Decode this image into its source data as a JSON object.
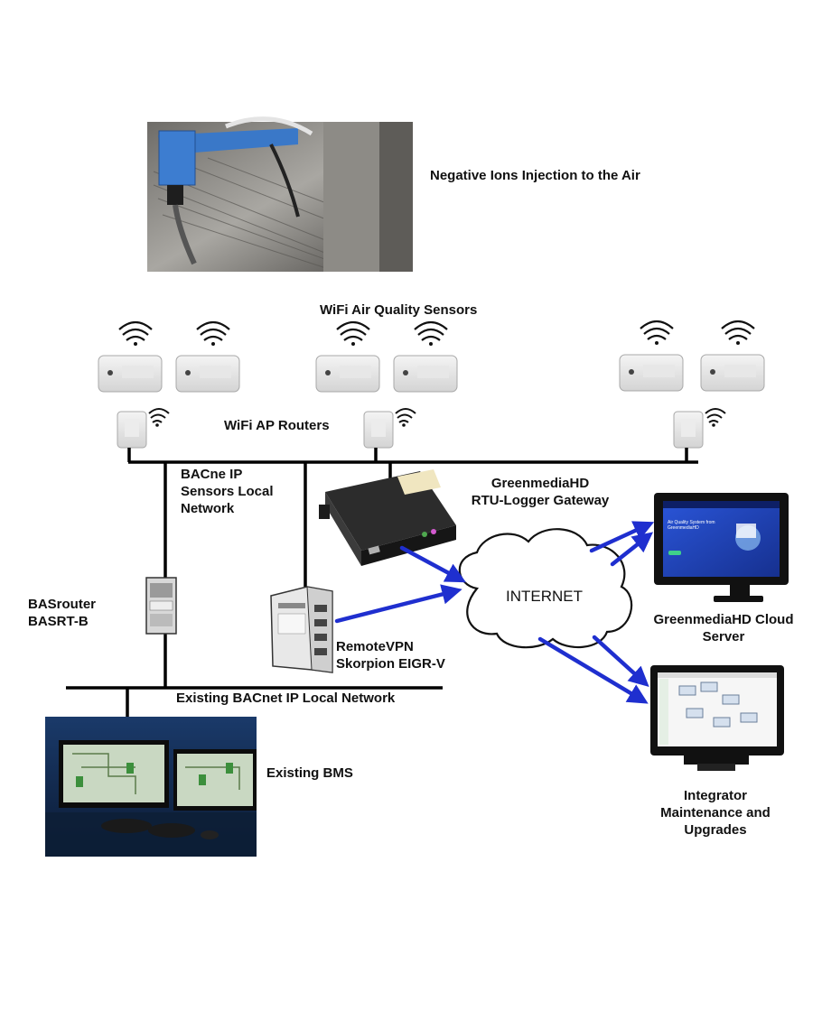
{
  "labels": {
    "ions": "Negative Ions Injection to the Air",
    "sensors": "WiFi Air Quality Sensors",
    "routers": "WiFi AP Routers",
    "bacnet_local_1": "BACne IP",
    "bacnet_local_2": "Sensors Local",
    "bacnet_local_3": "Network",
    "gateway_1": "GreenmediaHD",
    "gateway_2": "RTU-Logger Gateway",
    "basrouter_1": "BASrouter",
    "basrouter_2": "BASRT-B",
    "internet": "INTERNET",
    "cloud_1": "GreenmediaHD Cloud",
    "cloud_2": "Server",
    "vpn_1": "RemoteVPN",
    "vpn_2": "Skorpion EIGR-V",
    "existing_net": "Existing BACnet IP Local Network",
    "bms": "Existing BMS",
    "integrator_1": "Integrator",
    "integrator_2": "Maintenance and",
    "integrator_3": "Upgrades"
  },
  "screens": {
    "cloud_headline_1": "Air Quality System from",
    "cloud_headline_2": "GreenmediaHD"
  },
  "icons": [
    "photo-ionizer-icon",
    "wifi-sensor-icon",
    "wifi-router-icon",
    "rtu-gateway-icon",
    "basrouter-icon",
    "vpn-router-icon",
    "internet-cloud-icon",
    "monitor-icon",
    "bms-photo-icon"
  ],
  "colors": {
    "arrow": "#1f2fcf",
    "line": "#000000",
    "cloud_screen": "#1b3fb8"
  }
}
